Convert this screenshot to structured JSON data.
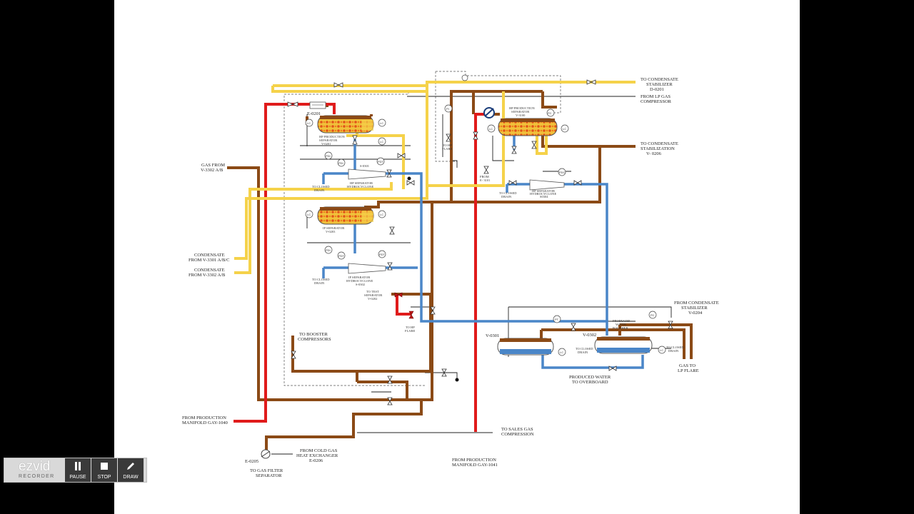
{
  "labels": {
    "to_cond_stab_1": [
      "TO CONDENSATE",
      "STABILIZER",
      "D-0201"
    ],
    "from_lp_gas": [
      "FROM LP GAS",
      "COMPRESSOR"
    ],
    "to_cond_stab_2": [
      "TO CONDENSATE",
      "STABILIZATION",
      "V- 0206"
    ],
    "gas_from": [
      "GAS FROM",
      "V-3302 A/B"
    ],
    "cond_from_1": [
      "CONDENSATE",
      "FROM V-3301 A/B/C"
    ],
    "cond_from_2": [
      "CONDENSATE",
      "FROM V-3302 A/B"
    ],
    "from_prod_1040": [
      "FROM PRODUCTION",
      "MANIFOLD GAY-1040"
    ],
    "from_prod_1041": [
      "FROM PRODUCTION",
      "MANIFOLD GAY-1041"
    ],
    "to_booster": [
      "TO BOOSTER",
      "COMPRESSORS"
    ],
    "to_sales": [
      "TO SALES GAS",
      "COMPRESSION"
    ],
    "from_cold_gas": [
      "FROM COLD GAS",
      "HEAT EXCHANGER",
      "E-0206"
    ],
    "to_gas_filter": [
      "TO GAS FILTER",
      "SEPARATOR"
    ],
    "from_cond_stab": [
      "FROM CONDENSATE",
      "STABILIZER",
      "V-0204"
    ],
    "gas_to_lp": [
      "GAS TO",
      "LP FLARE"
    ],
    "produced_water": [
      "PRODUCED WATER",
      "TO OVERBOARD"
    ],
    "e0205": "E-0205",
    "e0201": "E-0201",
    "v0301": "V-0301",
    "v0302": "V-0302",
    "hp_prod_sep_left": [
      "HP PRODUCTION",
      "SEPARATOR",
      "V-0201"
    ],
    "hp_prod_sep_right": [
      "HP PRODUCTION",
      "SEPARATOR",
      "V-3100"
    ],
    "hp_hydro": [
      "HP SEPARATOR",
      "HYDROCYCLONE"
    ],
    "hp_hydro_tag": "S-0301",
    "ip_sep": [
      "IP SEPARATOR",
      "V-0203"
    ],
    "ip_hydro": [
      "IP SEPARATOR",
      "HYDROCYCLONE",
      "S-0302"
    ],
    "to_closed_drain": [
      "TO CLOSED",
      "DRAIN"
    ],
    "to_test_sep": [
      "TO TEST",
      "SEPARATOR",
      "V-0202"
    ],
    "to_hp_flare": [
      "TO HP",
      "FLARE"
    ],
    "from_e3101": [
      "FROM",
      "E- 3101"
    ],
    "hp_hydro_right": [
      "HP SEPARATOR",
      "HYDROCYCLONE",
      "S0304"
    ],
    "prod_water_polisher": [
      "PRODUCED",
      "WATER",
      "POLISHER"
    ],
    "inst": {
      "lc": "LC",
      "pc": "PC",
      "pdi": "PDI",
      "pdt": "PDT",
      "pt": "PT",
      "pdc": "PDC",
      "pi": "PI"
    }
  },
  "recorder": {
    "brand": "ezvid",
    "sub": "RECORDER",
    "pause": "PAUSE",
    "stop": "STOP",
    "draw": "DRAW"
  },
  "colors": {
    "gas_red": "#e01b1b",
    "oil_brown": "#8b4a16",
    "condensate_yellow": "#f5d24a",
    "water_blue": "#4a86c8"
  }
}
